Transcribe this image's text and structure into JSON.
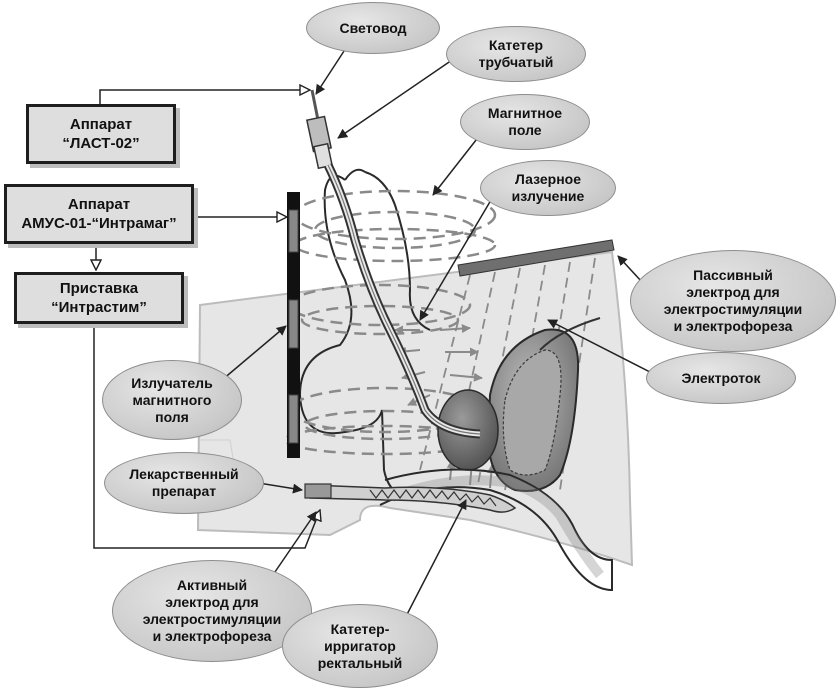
{
  "boxes": {
    "last": "Аппарат\n“ЛАСТ-02”",
    "amus": "Аппарат\nАМУС-01-“Интрамаг”",
    "intrastim": "Приставка\n“Интрастим”"
  },
  "labels": {
    "svetovod": "Световод",
    "kateter_trub": "Катетер\nтрубчатый",
    "magnit_pole": "Магнитное\nполе",
    "lazer": "Лазерное\nизлучение",
    "passive_electrode": "Пассивный\nэлектрод для\nэлектростимуляции\nи электрофореза",
    "elektrotok": "Электроток",
    "izluchatel": "Излучатель\nмагнитного\nполя",
    "lekarstvo": "Лекарственный\nпрепарат",
    "active_electrode": "Активный\nэлектрод для\nэлектростимуляции\nи электрофореза",
    "kateter_irrig": "Катетер-\nирригатор\nректальный"
  },
  "colors": {
    "box_border": "#1e1e1e",
    "box_fill": "#dedede",
    "bubble_fill": "#cccccc",
    "leader_line": "#222222",
    "dashed": "#8a8a8a",
    "organ_dark": "#7a7a7a",
    "electrode_plate": "#707070"
  }
}
